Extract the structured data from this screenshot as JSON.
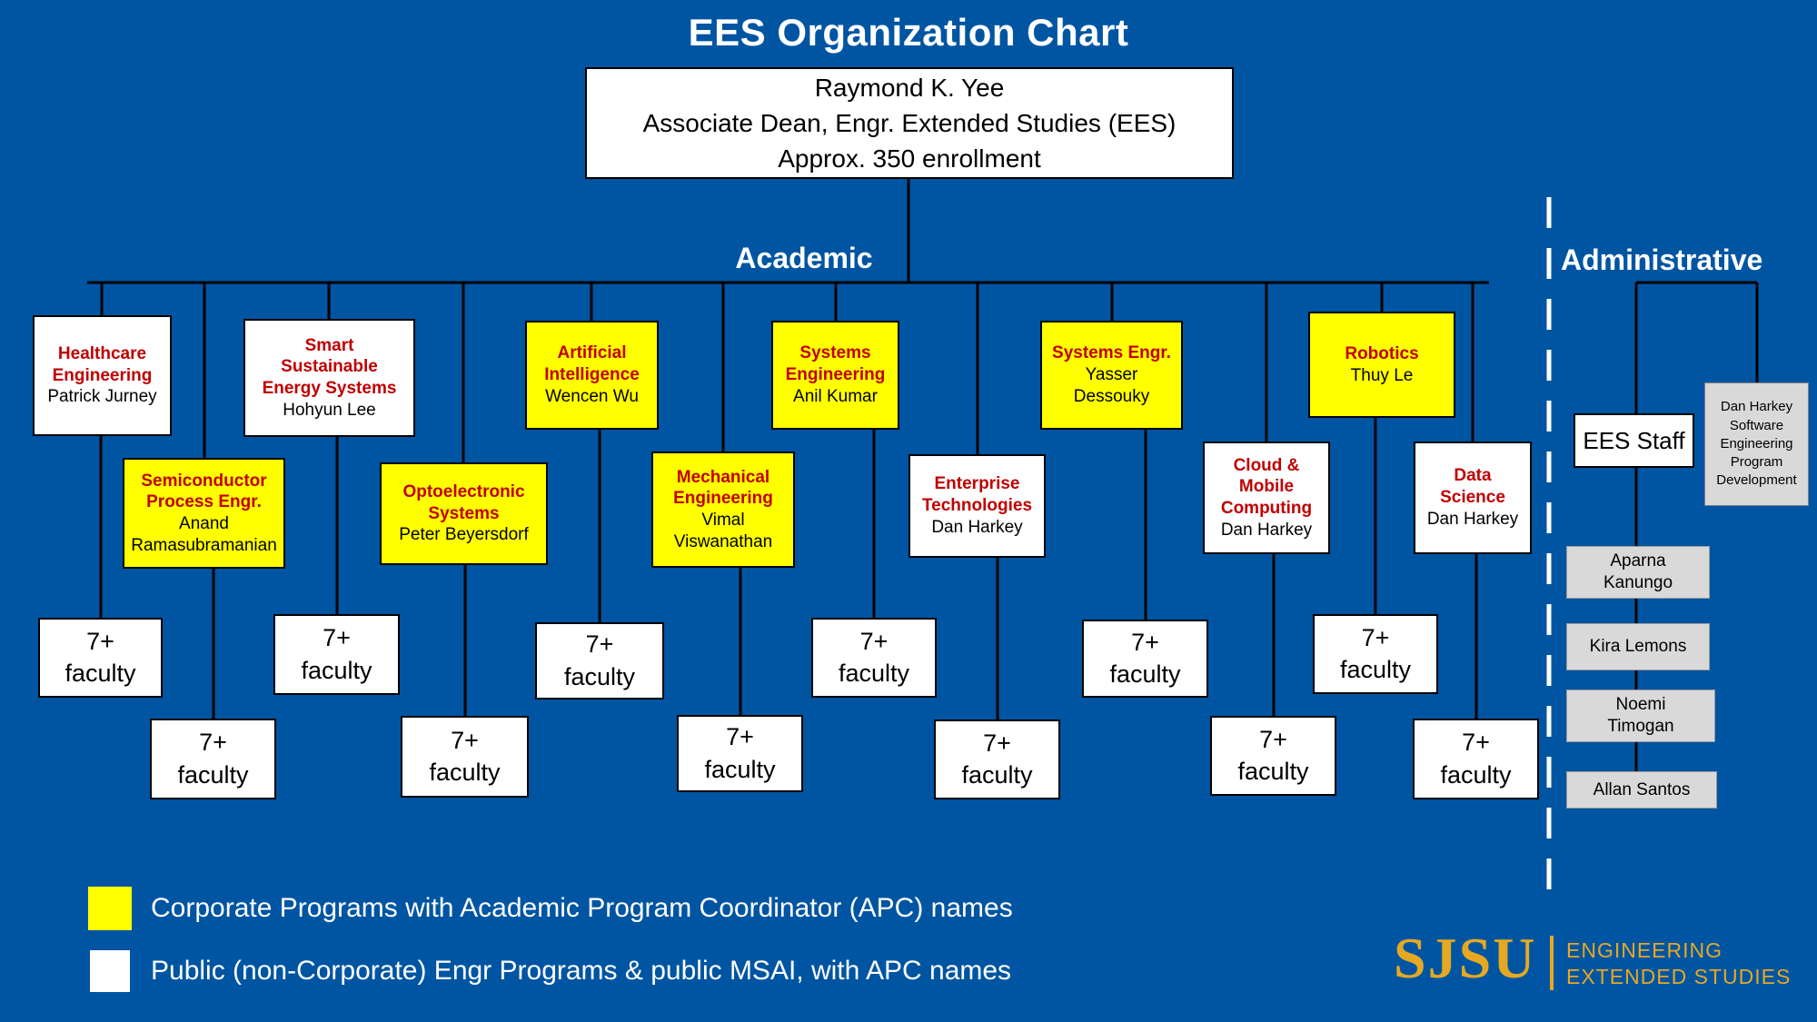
{
  "title": "EES Organization Chart",
  "head": {
    "name": "Raymond K. Yee",
    "role": "Associate Dean,  Engr. Extended Studies (EES)",
    "enrollment": "Approx. 350 enrollment"
  },
  "sections": {
    "academic_label": "Academic",
    "administrative_label": "Administrative"
  },
  "programs": [
    {
      "title": "Healthcare\nEngineering",
      "person": "Patrick Jurney",
      "type": "public"
    },
    {
      "title": "Smart\nSustainable\nEnergy Systems",
      "person": "Hohyun Lee",
      "type": "public"
    },
    {
      "title": "Artificial\nIntelligence",
      "person": "Wencen Wu",
      "type": "corporate"
    },
    {
      "title": "Systems\nEngineering",
      "person": "Anil Kumar",
      "type": "corporate"
    },
    {
      "title": "Systems Engr.",
      "person": "Yasser\nDessouky",
      "type": "corporate"
    },
    {
      "title": "Robotics",
      "person": "Thuy Le",
      "type": "corporate"
    },
    {
      "title": "Semiconductor\nProcess Engr.",
      "person": "Anand\nRamasubramanian",
      "type": "corporate"
    },
    {
      "title": "Optoelectronic\nSystems",
      "person": "Peter Beyersdorf",
      "type": "corporate"
    },
    {
      "title": "Mechanical\nEngineering",
      "person": "Vimal\nViswanathan",
      "type": "corporate"
    },
    {
      "title": "Enterprise\nTechnologies",
      "person": "Dan Harkey",
      "type": "public"
    },
    {
      "title": "Cloud &\nMobile\nComputing",
      "person": "Dan Harkey",
      "type": "public"
    },
    {
      "title": "Data\nScience",
      "person": "Dan Harkey",
      "type": "public"
    }
  ],
  "faculty_label": "7+\nfaculty",
  "admin": {
    "ees_staff_label": "EES Staff",
    "program_box": "Dan Harkey\nSoftware\nEngineering\nProgram\nDevelopment",
    "staff": [
      "Aparna\nKanungo",
      "Kira Lemons",
      "Noemi\nTimogan",
      "Allan Santos"
    ]
  },
  "legend": [
    {
      "swatch": "#FFFF00",
      "label": "Corporate Programs with Academic Program Coordinator (APC) names"
    },
    {
      "swatch": "#FFFFFF",
      "label": "Public (non-Corporate) Engr Programs & public MSAI, with APC names"
    }
  ],
  "logo": {
    "wordmark": "SJSU",
    "line1": "ENGINEERING",
    "line2": "EXTENDED STUDIES"
  },
  "colors": {
    "background": "#0055A2",
    "corporate_box": "#FFFF00",
    "public_box": "#FFFFFF",
    "program_title_text": "#C00000",
    "staff_box": "#D9D9D9",
    "gold": "#E5A823"
  }
}
